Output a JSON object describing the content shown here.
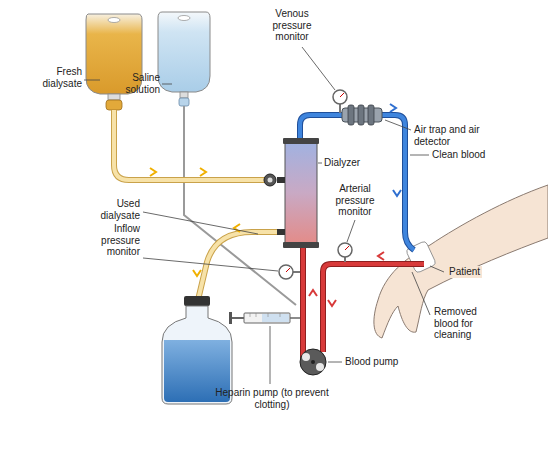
{
  "diagram": {
    "labels": [
      "Fresh dialysate",
      "Saline solution",
      "Venous pressure monitor",
      "Air trap and air detector",
      "Clean blood",
      "Dialyzer",
      "Arterial pressure monitor",
      "Used dialysate",
      "Inflow pressure monitor",
      "Patient",
      "Removed blood for cleaning",
      "Blood pump",
      "Heparin pump (to prevent clotting)"
    ]
  }
}
